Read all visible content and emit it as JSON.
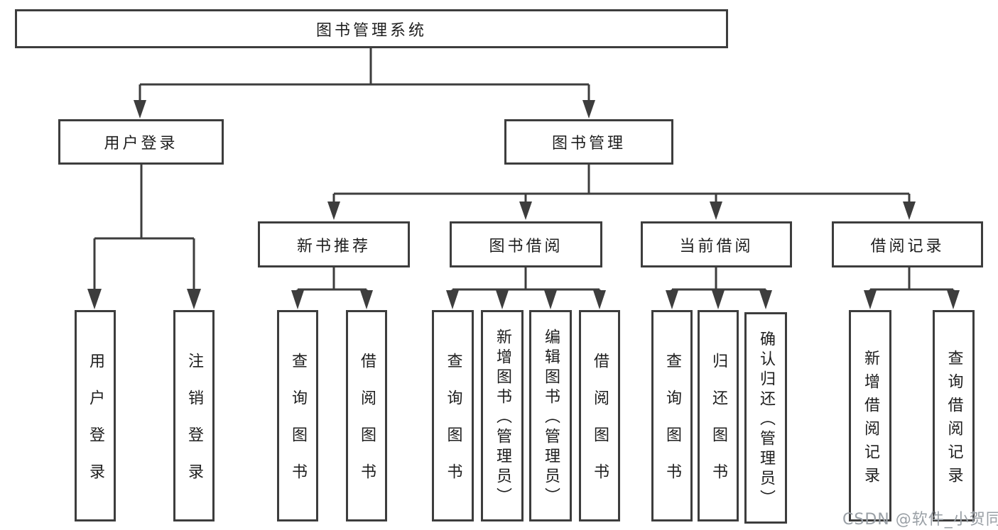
{
  "tree": {
    "root": {
      "label": "图书管理系统"
    },
    "children": [
      {
        "label": "用户登录",
        "children": [
          {
            "label": "用户登录"
          },
          {
            "label": "注销登录"
          }
        ]
      },
      {
        "label": "图书管理",
        "children": [
          {
            "label": "新书推荐",
            "children": [
              {
                "label": "查询图书"
              },
              {
                "label": "借阅图书"
              }
            ]
          },
          {
            "label": "图书借阅",
            "children": [
              {
                "label": "查询图书"
              },
              {
                "label": "新增图书（管理员）"
              },
              {
                "label": "编辑图书（管理员）"
              },
              {
                "label": "借阅图书"
              }
            ]
          },
          {
            "label": "当前借阅",
            "children": [
              {
                "label": "查询图书"
              },
              {
                "label": "归还图书"
              },
              {
                "label": "确认归还（管理员）"
              }
            ]
          },
          {
            "label": "借阅记录",
            "children": [
              {
                "label": "新增借阅记录"
              },
              {
                "label": "查询借阅记录"
              }
            ]
          }
        ]
      }
    ]
  },
  "watermark": {
    "text": "CSDN @软件_小贺同学"
  },
  "colors": {
    "line": "#3d3d3d",
    "text": "#1e1e1e",
    "box_background": "#ffffff",
    "watermark": "#9aa0a6",
    "background": "#ffffff"
  }
}
